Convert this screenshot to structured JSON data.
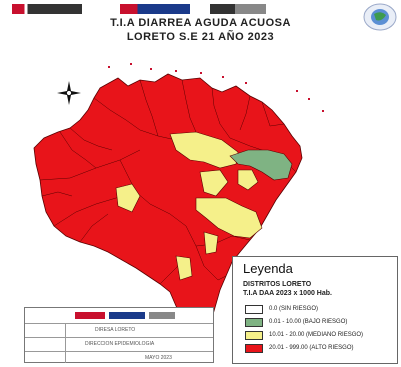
{
  "title": {
    "line1": "T.I.A DIARREA AGUDA ACUOSA",
    "line2": "LORETO S.E 21 AÑO 2023"
  },
  "logos": {
    "header_left": "gov-logo-icon",
    "header_center1": "diresa-logo-icon",
    "header_center2": "minsa-logo-icon",
    "seal": "seal-icon",
    "compass": "compass-rose-icon"
  },
  "legend": {
    "title": "Leyenda",
    "subtitle1": "DISTRITOS LORETO",
    "subtitle2": "T.I.A DAA 2023 x 1000 Hab.",
    "items": [
      {
        "label": "0.0 (SIN RIESGO)",
        "color": "#ffffff"
      },
      {
        "label": "0.01 - 10.00 (BAJO RIESGO)",
        "color": "#7fb383"
      },
      {
        "label": "10.01 - 20.00 (MEDIANO RIESGO)",
        "color": "#f5f08a"
      },
      {
        "label": "20.01 - 999.00 (ALTO RIESGO)",
        "color": "#e8141a"
      }
    ]
  },
  "colors": {
    "high_risk": "#e8141a",
    "medium_risk": "#f5f08a",
    "low_risk": "#7fb383",
    "border": "#5a0000"
  },
  "footer": {
    "line1": "DIRESA LORETO",
    "line2": "DIRECCION EPIDEMIOLOGIA",
    "line3": "MAYO 2023"
  }
}
